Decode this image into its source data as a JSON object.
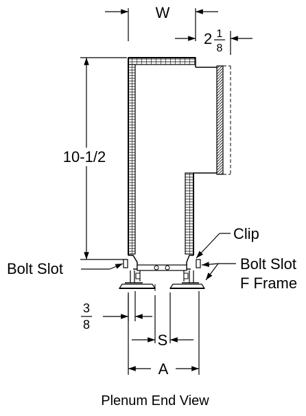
{
  "labels": {
    "w": "W",
    "offset_whole": "2",
    "offset_num": "1",
    "offset_den": "8",
    "height": "10-1/2",
    "clip": "Clip",
    "bolt_slot_left": "Bolt Slot",
    "bolt_slot_right": "Bolt Slot",
    "f_frame": "F Frame",
    "gap_num": "3",
    "gap_den": "8",
    "s": "S",
    "a": "A",
    "caption": "Plenum End View"
  }
}
